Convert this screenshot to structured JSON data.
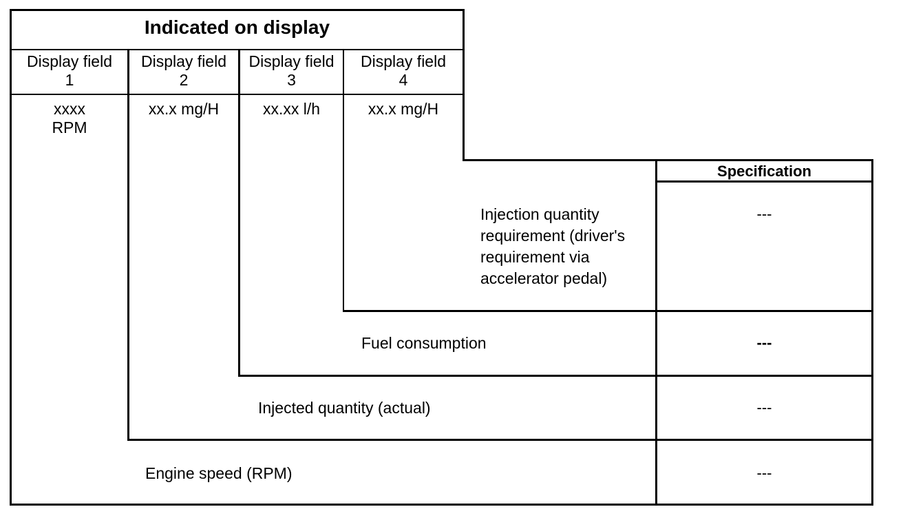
{
  "header": {
    "title": "Indicated on display"
  },
  "fields": [
    {
      "label": "Display field",
      "number": "1",
      "value": "xxxx",
      "value2": "RPM"
    },
    {
      "label": "Display field",
      "number": "2",
      "value": "xx.x mg/H"
    },
    {
      "label": "Display field",
      "number": "3",
      "value": "xx.xx  l/h"
    },
    {
      "label": "Display field",
      "number": "4",
      "value": "xx.x mg/H"
    }
  ],
  "spec": {
    "title": "Specification",
    "rows": [
      {
        "description": [
          "Injection quantity",
          "requirement (driver's",
          "requirement  via",
          "accelerator pedal)"
        ],
        "value": "---"
      },
      {
        "description": "Fuel consumption",
        "value": "---"
      },
      {
        "description": "Injected quantity (actual)",
        "value": "---"
      },
      {
        "description": "Engine speed (RPM)",
        "value": "---"
      }
    ]
  }
}
